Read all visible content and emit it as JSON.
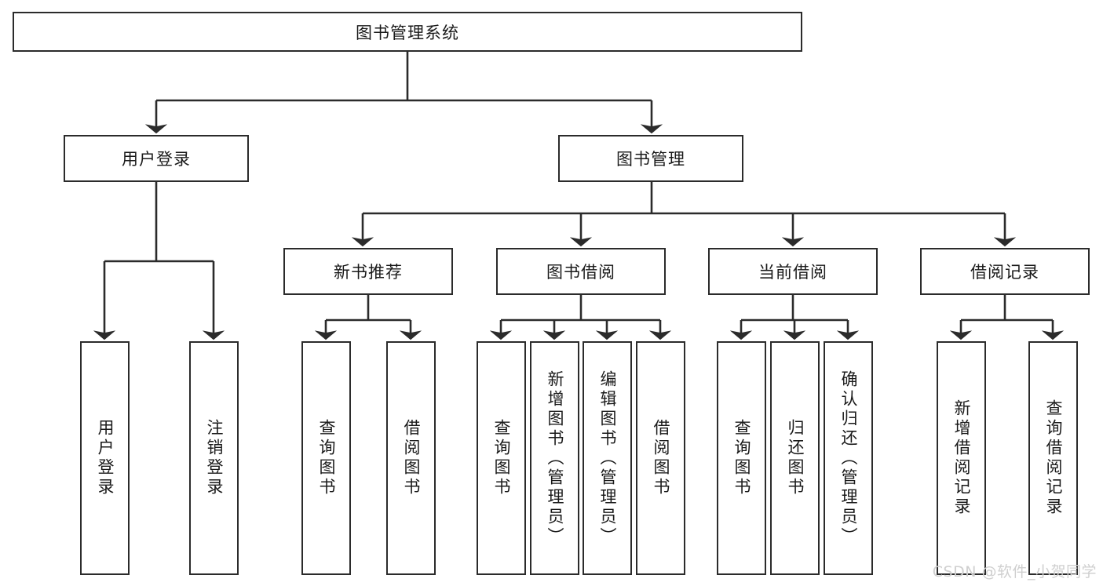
{
  "diagram": {
    "title": "图书管理系统",
    "type": "tree-hierarchy-flowchart",
    "watermark": "CSDN @软件_小贺同学",
    "colors": {
      "background": "#ffffff",
      "box_border": "#2b2b2b",
      "box_fill": "#ffffff",
      "text": "#1a1a1a",
      "connector": "#2b2b2b",
      "watermark": "#cfcfcf"
    },
    "levels": {
      "root": "图书管理系统",
      "level2": [
        "用户登录",
        "图书管理"
      ],
      "level3": [
        "新书推荐",
        "图书借阅",
        "当前借阅",
        "借阅记录"
      ]
    },
    "nodes": {
      "root": {
        "label": "图书管理系统",
        "orientation": "horizontal"
      },
      "user_login": {
        "label": "用户登录",
        "orientation": "horizontal"
      },
      "book_manage": {
        "label": "图书管理",
        "orientation": "horizontal"
      },
      "new_book_rec": {
        "label": "新书推荐",
        "orientation": "horizontal"
      },
      "book_borrow": {
        "label": "图书借阅",
        "orientation": "horizontal"
      },
      "current_borrow": {
        "label": "当前借阅",
        "orientation": "horizontal"
      },
      "borrow_record": {
        "label": "借阅记录",
        "orientation": "horizontal"
      },
      "leaf_user_login": {
        "label": "用户登录",
        "orientation": "vertical"
      },
      "leaf_logout": {
        "label": "注销登录",
        "orientation": "vertical"
      },
      "leaf_query_book_1": {
        "label": "查询图书",
        "orientation": "vertical"
      },
      "leaf_borrow_book_1": {
        "label": "借阅图书",
        "orientation": "vertical"
      },
      "leaf_query_book_2": {
        "label": "查询图书",
        "orientation": "vertical"
      },
      "leaf_add_book": {
        "label": "新增图书（管理员）",
        "orientation": "vertical"
      },
      "leaf_edit_book": {
        "label": "编辑图书（管理员）",
        "orientation": "vertical"
      },
      "leaf_borrow_book_2": {
        "label": "借阅图书",
        "orientation": "vertical"
      },
      "leaf_query_book_3": {
        "label": "查询图书",
        "orientation": "vertical"
      },
      "leaf_return_book": {
        "label": "归还图书",
        "orientation": "vertical"
      },
      "leaf_confirm_return": {
        "label": "确认归还（管理员）",
        "orientation": "vertical"
      },
      "leaf_add_record": {
        "label": "新增借阅记录",
        "orientation": "vertical"
      },
      "leaf_query_record": {
        "label": "查询借阅记录",
        "orientation": "vertical"
      }
    }
  }
}
